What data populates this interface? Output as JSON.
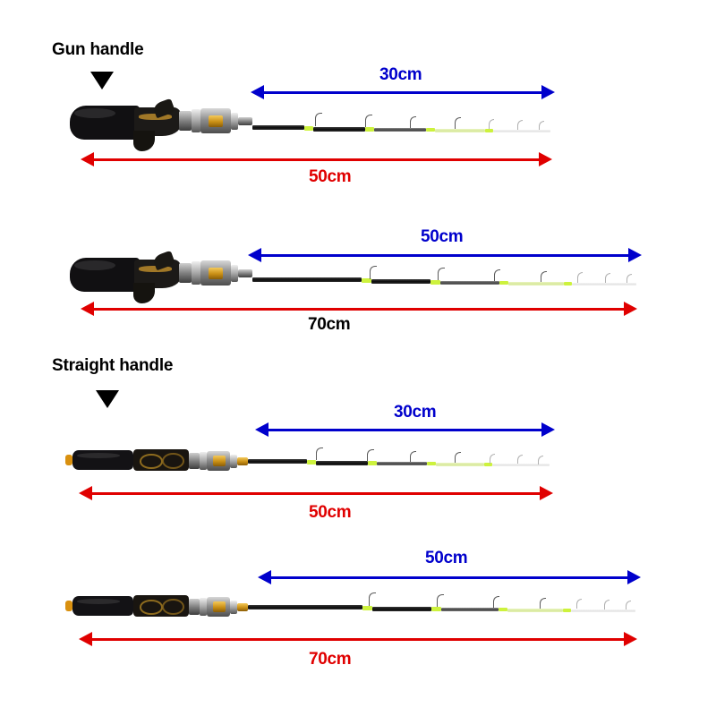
{
  "diagram": {
    "title_gun": "Gun handle",
    "title_straight": "Straight handle",
    "background_color": "#ffffff",
    "blue_color": "#0000CC",
    "red_color": "#E00000",
    "black_color": "#000000"
  },
  "rods": [
    {
      "handle_type": "Gun handle",
      "tip_label": "30cm",
      "tip_label_color": "#0000CC",
      "total_label": "50cm",
      "total_label_color": "#E00000"
    },
    {
      "handle_type": "Gun handle",
      "tip_label": "50cm",
      "tip_label_color": "#0000CC",
      "total_label": "70cm",
      "total_label_color": "#000000"
    },
    {
      "handle_type": "Straight handle",
      "tip_label": "30cm",
      "tip_label_color": "#0000CC",
      "total_label": "50cm",
      "total_label_color": "#E00000"
    },
    {
      "handle_type": "Straight handle",
      "tip_label": "50cm",
      "tip_label_color": "#0000CC",
      "total_label": "70cm",
      "total_label_color": "#E00000"
    }
  ]
}
